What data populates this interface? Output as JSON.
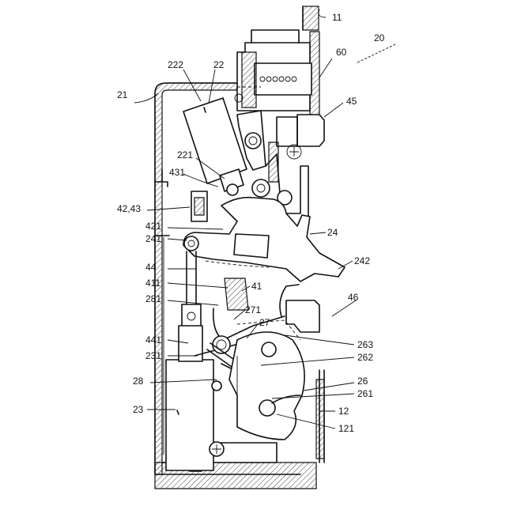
{
  "figure": {
    "labels": {
      "l11": "11",
      "l20": "20",
      "l60": "60",
      "l222": "222",
      "l22": "22",
      "l21": "21",
      "l45": "45",
      "l221": "221",
      "l431": "431",
      "l4243": "42,43",
      "l421": "421",
      "l24": "24",
      "l241": "241",
      "l242": "242",
      "l44": "44",
      "l411": "411",
      "l41": "41",
      "l281": "281",
      "l271": "271",
      "l46": "46",
      "l27": "27",
      "l441": "441",
      "l263": "263",
      "l231": "231",
      "l262": "262",
      "l28": "28",
      "l26": "26",
      "l261": "261",
      "l23": "23",
      "l12": "12",
      "l121": "121"
    }
  }
}
